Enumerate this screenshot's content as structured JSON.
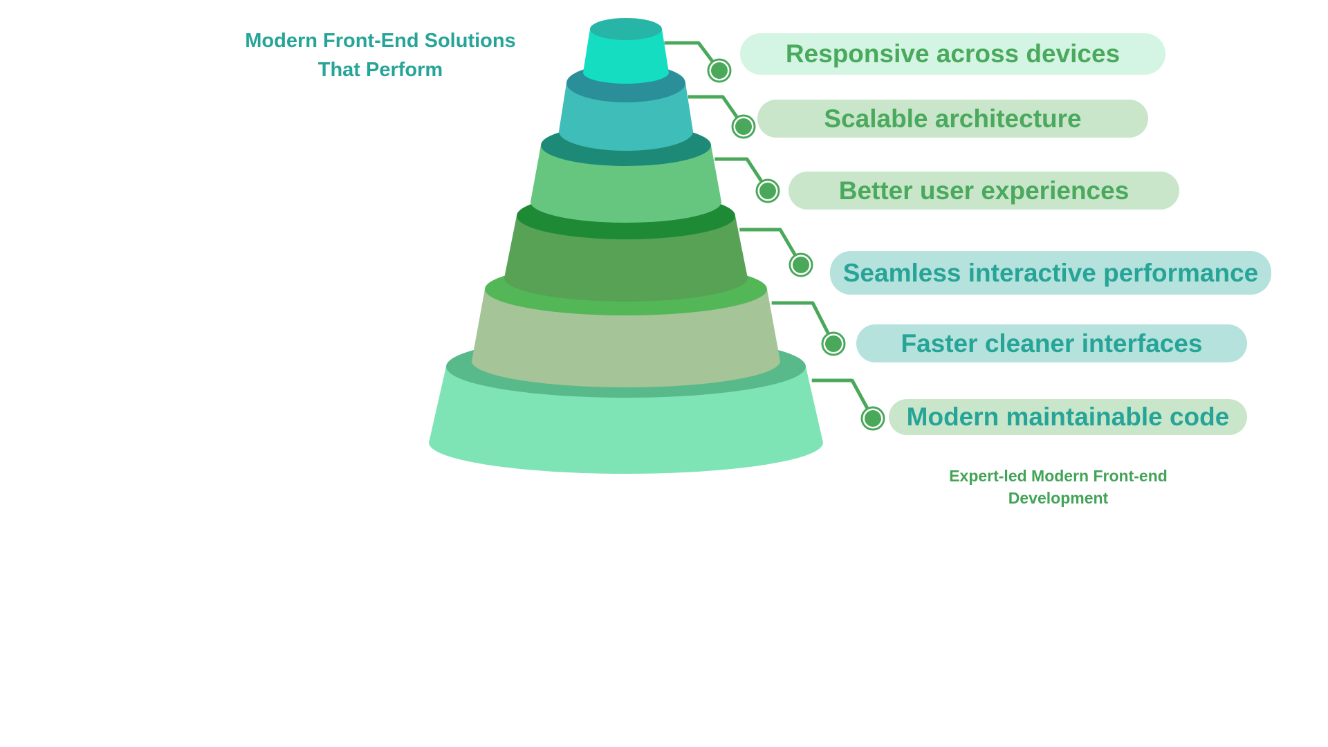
{
  "title_lines": [
    "Modern Front-End Solutions",
    "That Perform"
  ],
  "subtitle": "Expert-led Modern Front-end Development",
  "levels": [
    {
      "label": "Responsive across devices",
      "pill_bg": "#d4f5e3",
      "text_color": "#4aa95c",
      "body": "#14ddc1",
      "top_face": "#27b5a8"
    },
    {
      "label": "Scalable architecture",
      "pill_bg": "#c9e6cb",
      "text_color": "#4aa95c",
      "body": "#3fbdb8",
      "top_face": "#2a8f99"
    },
    {
      "label": "Better user experiences",
      "pill_bg": "#c9e6cb",
      "text_color": "#4aa95c",
      "body": "#66c67f",
      "top_face": "#1d8a78"
    },
    {
      "label": "Seamless interactive performance",
      "pill_bg": "#b5e2dc",
      "text_color": "#26a497",
      "body": "#57a254",
      "top_face": "#1e8a35"
    },
    {
      "label": "Faster cleaner interfaces",
      "pill_bg": "#b5e2dc",
      "text_color": "#26a497",
      "body": "#a5c497",
      "top_face": "#53b758"
    },
    {
      "label": "Modern maintainable code",
      "pill_bg": "#c9e6cb",
      "text_color": "#26a497",
      "body": "#7ee3b5",
      "top_face": "#58ba8a"
    }
  ],
  "connector_color": "#4aa85a"
}
